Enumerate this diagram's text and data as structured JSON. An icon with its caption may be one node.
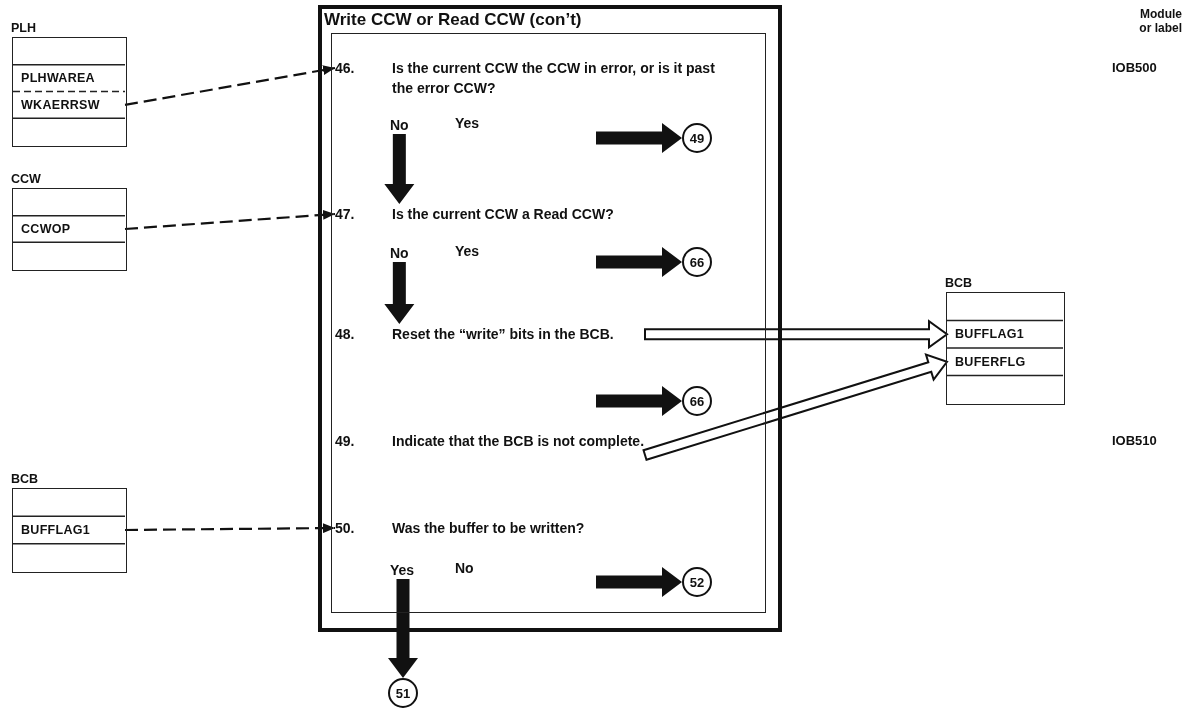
{
  "diagram": {
    "nodes": [
      {
        "text": [
          "PLH"
        ]
      },
      {
        "text": [
          "PLHWAREA"
        ],
        "in": 0
      },
      {
        "text": [
          "WKAERRSW"
        ],
        "in": 0
      },
      {
        "text": [
          "CCW"
        ]
      },
      {
        "text": [
          "CCWOP"
        ],
        "in": 3
      },
      {
        "text": [
          "Write CCW or Read CCW (con’t)"
        ]
      },
      {
        "text": [
          "46.",
          "Is the current CCW the CCW in error, or is it past the error CCW?"
        ],
        "in": 5
      },
      {
        "text": [
          "No"
        ],
        "in": 5
      },
      {
        "text": [
          "49"
        ],
        "in": 5
      },
      {
        "text": [
          "47.",
          "Is the current CCW a Read CCW?"
        ],
        "in": 5
      },
      {
        "text": [
          "No"
        ],
        "in": 5
      },
      {
        "text": [
          "66"
        ],
        "in": 5
      },
      {
        "text": [
          "BCB"
        ]
      },
      {
        "text": [
          "BUFFLAG1"
        ],
        "in": 12
      },
      {
        "text": [
          "BUFERFLG"
        ],
        "in": 12
      },
      {
        "text": [
          "48.",
          "Reset the “write” bits in the BCB."
        ],
        "in": 5
      },
      {
        "text": [
          "66"
        ],
        "in": 5
      },
      {
        "text": [
          "49.",
          "Indicate that the BCB is not complete."
        ],
        "in": 5
      },
      {
        "text": [
          "BCB"
        ]
      },
      {
        "text": [
          "BUFFLAG1"
        ],
        "in": 18
      },
      {
        "text": [
          "50.",
          "Was the buffer to be written?"
        ],
        "in": 5
      },
      {
        "text": [
          "Yes"
        ],
        "in": 5
      },
      {
        "text": [
          "52"
        ],
        "in": 5
      },
      {
        "text": [
          "51"
        ]
      }
    ],
    "edges": [
      {
        "from": 2,
        "to": 6,
        "arrow": "to",
        "style": "dashed"
      },
      {
        "from": 4,
        "to": 9,
        "arrow": "to",
        "style": "dashed"
      },
      {
        "from": 7,
        "to": 9,
        "arrow": "to",
        "style": "thick"
      },
      {
        "from": null,
        "to": 8,
        "arrow": "to",
        "style": "thick"
      },
      {
        "from": 10,
        "to": 15,
        "arrow": "to",
        "style": "thick"
      },
      {
        "from": null,
        "to": 11,
        "arrow": "to",
        "style": "thick"
      },
      {
        "from": 15,
        "to": 13,
        "arrow": "to"
      },
      {
        "from": null,
        "to": 16,
        "arrow": "to",
        "style": "thick"
      },
      {
        "from": 17,
        "to": 14,
        "arrow": "to"
      },
      {
        "from": 19,
        "to": 20,
        "arrow": "to",
        "style": "dashed"
      },
      {
        "from": null,
        "to": 22,
        "arrow": "to",
        "style": "thick"
      },
      {
        "from": 21,
        "to": 23,
        "arrow": "to",
        "style": "thick"
      }
    ],
    "labels": [
      "Module or label",
      "IOB500",
      "Yes",
      "Yes",
      "IOB510",
      "No"
    ]
  }
}
